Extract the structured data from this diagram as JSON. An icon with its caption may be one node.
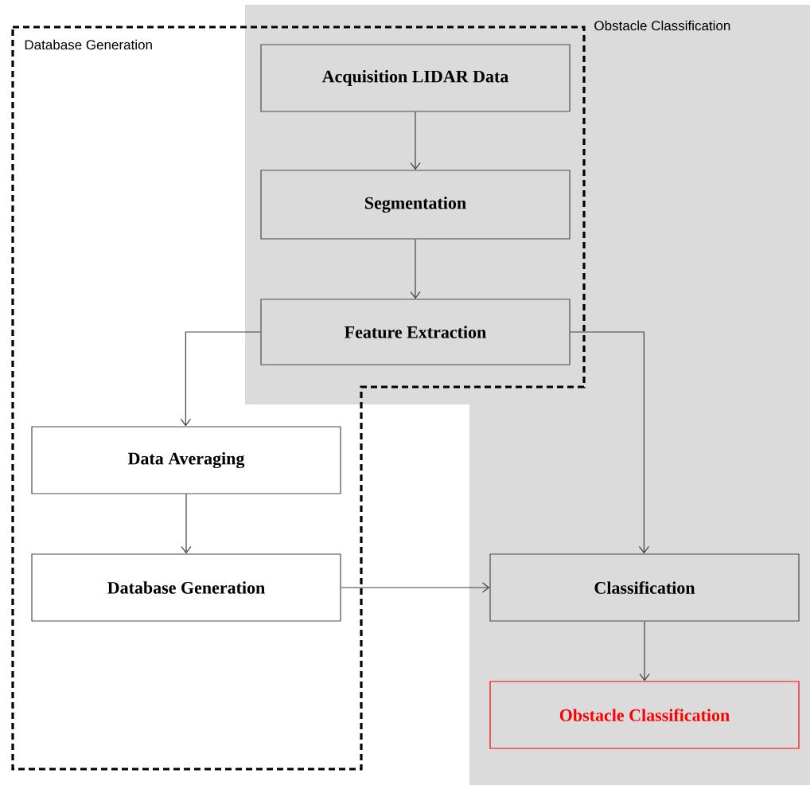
{
  "diagram": {
    "nodes": [
      {
        "text": [
          "Obstacle Classification"
        ]
      },
      {
        "text": [
          "Database Generation"
        ]
      },
      {
        "text": [
          "Acquisition  LIDAR Data"
        ]
      },
      {
        "text": [
          "Segmentation"
        ]
      },
      {
        "text": [
          "Feature Extraction"
        ]
      },
      {
        "text": [
          "Data Averaging"
        ],
        "in": 1
      },
      {
        "text": [
          "Database Generation"
        ],
        "in": 1
      },
      {
        "text": [
          "Classification"
        ],
        "in": 0
      },
      {
        "text": [
          "Obstacle Classification"
        ],
        "in": 0
      }
    ],
    "edges": [
      {
        "from": 2,
        "to": 3,
        "arrow": "to"
      },
      {
        "from": 3,
        "to": 4,
        "arrow": "to"
      },
      {
        "from": 4,
        "to": 5,
        "arrow": "to"
      },
      {
        "from": 4,
        "to": 7,
        "arrow": "to"
      },
      {
        "from": 5,
        "to": 6,
        "arrow": "to"
      },
      {
        "from": 6,
        "to": 7,
        "arrow": "to"
      },
      {
        "from": 7,
        "to": 8,
        "arrow": "to"
      }
    ]
  }
}
